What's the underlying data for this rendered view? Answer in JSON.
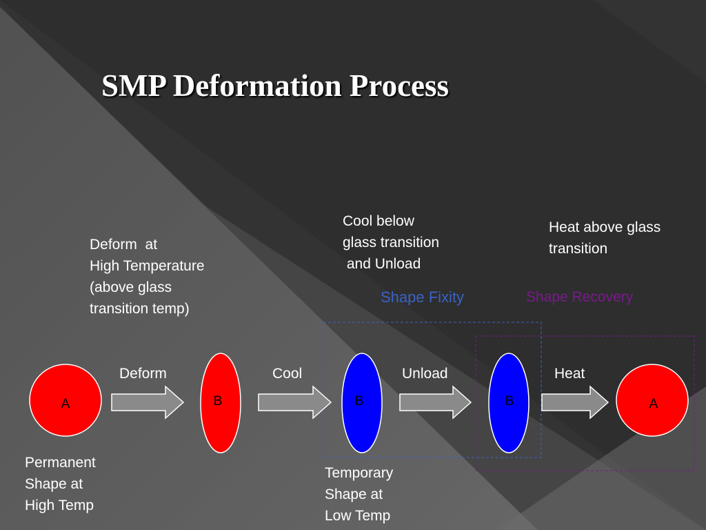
{
  "title": "SMP Deformation Process",
  "captions": {
    "deform_condition": [
      "Deform  at",
      "High Temperature",
      "(above glass",
      "transition temp)"
    ],
    "cool_condition": [
      "Cool below",
      "glass transition",
      " and Unload"
    ],
    "heat_condition": [
      "Heat above glass",
      "transition"
    ],
    "permanent_shape": [
      "Permanent",
      "Shape at",
      "High Temp"
    ],
    "temporary_shape": [
      "Temporary",
      "Shape at",
      "Low Temp"
    ]
  },
  "regions": {
    "shape_fixity": "Shape Fixity",
    "shape_recovery": "Shape Recovery"
  },
  "steps": [
    "Deform",
    "Cool",
    "Unload",
    "Heat"
  ],
  "shapes": [
    {
      "label": "A",
      "kind": "circle",
      "color": "#ff0000"
    },
    {
      "label": "B",
      "kind": "ellipse",
      "color": "#ff0000"
    },
    {
      "label": "B",
      "kind": "ellipse",
      "color": "#0000ff"
    },
    {
      "label": "B",
      "kind": "ellipse",
      "color": "#0000ff"
    },
    {
      "label": "A",
      "kind": "circle",
      "color": "#ff0000"
    }
  ],
  "colors": {
    "red": "#ff0000",
    "blue": "#0000ff",
    "fixity": "#3a62c6",
    "recovery": "#7a1a8c",
    "arrow": "#8a8a8a"
  }
}
